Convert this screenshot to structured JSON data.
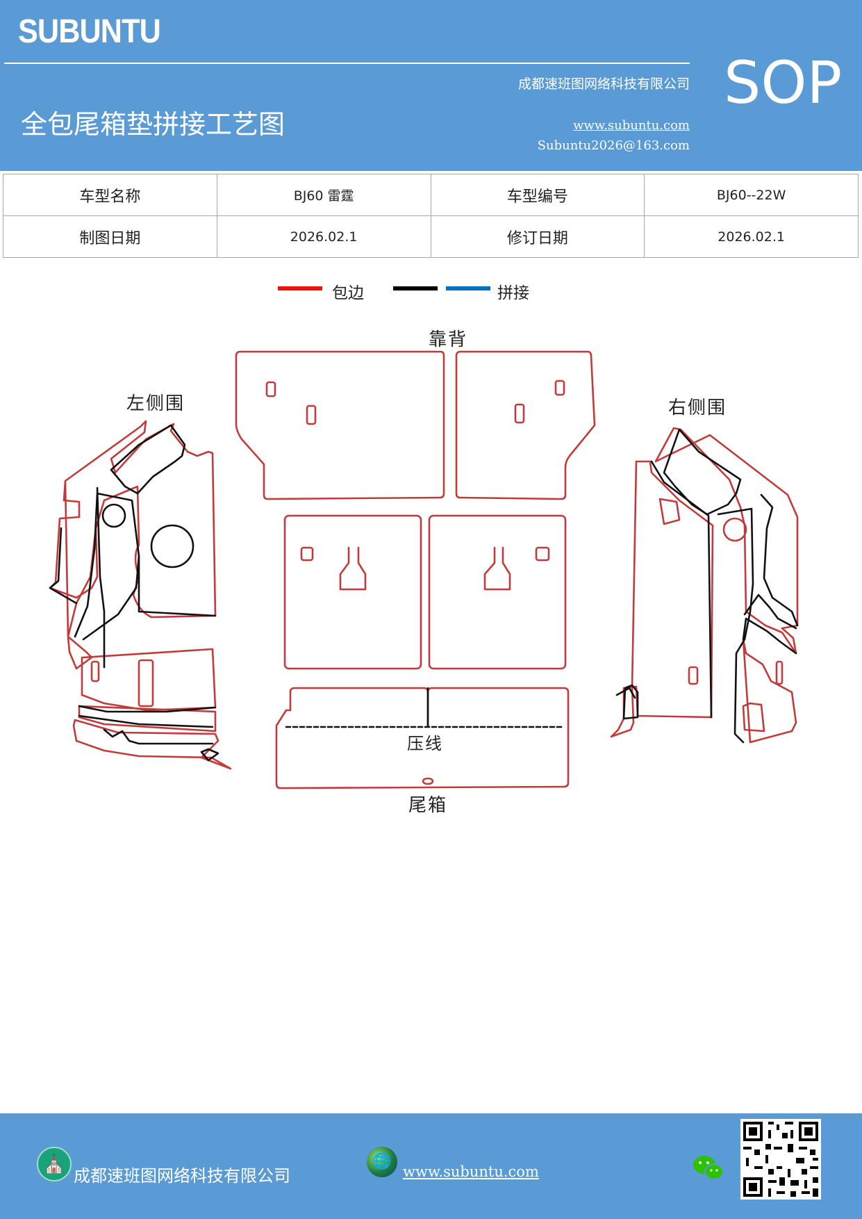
{
  "header": {
    "brand": "SUBUNTU",
    "company": "成都速班图网络科技有限公司",
    "title": "全包尾箱垫拼接工艺图",
    "website": "www.subuntu.com",
    "email": "Subuntu2026@163.com",
    "sop": "SOP"
  },
  "info_table": {
    "rows": [
      [
        "车型名称",
        "BJ60 雷霆",
        "车型编号",
        "BJ60--22W"
      ],
      [
        "制图日期",
        "2026.02.1",
        "修订日期",
        "2026.02.1"
      ]
    ]
  },
  "legend": {
    "items": [
      {
        "label": "包边",
        "color": "#ee1111"
      },
      {
        "label": "",
        "color": "#000000"
      },
      {
        "label": "拼接",
        "color": "#0070c0"
      }
    ]
  },
  "diagram": {
    "labels": {
      "back": "靠背",
      "left_side": "左侧围",
      "right_side": "右侧围",
      "crease": "压线",
      "trunk": "尾箱"
    },
    "colors": {
      "edge": "#c33a3a",
      "splice": "#111111"
    }
  },
  "footer": {
    "company": "成都速班图网络科技有限公司",
    "website": "www.subuntu.com",
    "building_icon": "building-icon",
    "globe_icon": "globe-icon",
    "wechat_icon": "wechat-icon"
  }
}
